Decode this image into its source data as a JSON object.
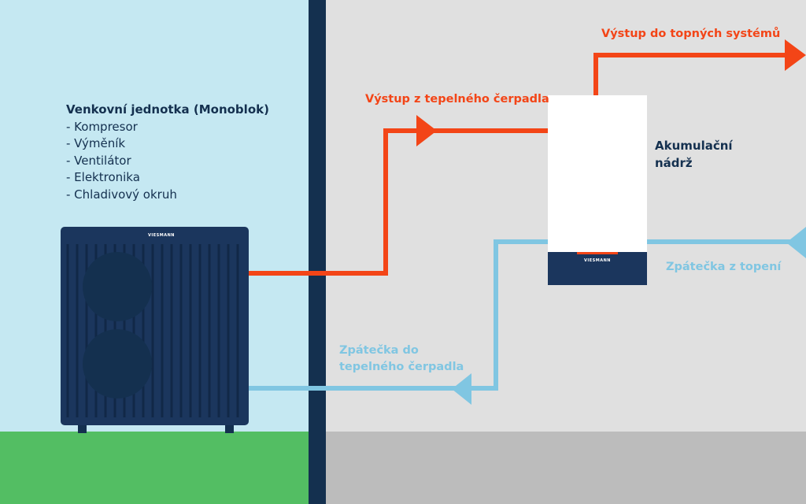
{
  "outdoor_unit": {
    "title": "Venkovní jednotka (Monoblok)",
    "components": [
      "- Kompresor",
      "- Výměník",
      "- Ventilátor",
      "- Elektronika",
      "- Chladivový okruh"
    ],
    "brand": "VIESMANN"
  },
  "tank": {
    "label_line1": "Akumulační",
    "label_line2": "nádrž",
    "brand": "VIESMANN"
  },
  "flows": {
    "heat_pump_output": "Výstup z tepelného čerpadla",
    "heating_systems_output": "Výstup do topných systémů",
    "heating_return": "Zpátečka z topení",
    "heat_pump_return_line1": "Zpátečka do",
    "heat_pump_return_line2": "tepelného čerpadla"
  },
  "colors": {
    "outside_sky": "#c5e8f2",
    "grass": "#53be63",
    "wall": "#14304f",
    "inside": "#e0e0e0",
    "floor": "#bcbcbc",
    "supply_pipe": "#f34517",
    "return_pipe": "#80c6e2",
    "unit_body": "#1b365d"
  }
}
